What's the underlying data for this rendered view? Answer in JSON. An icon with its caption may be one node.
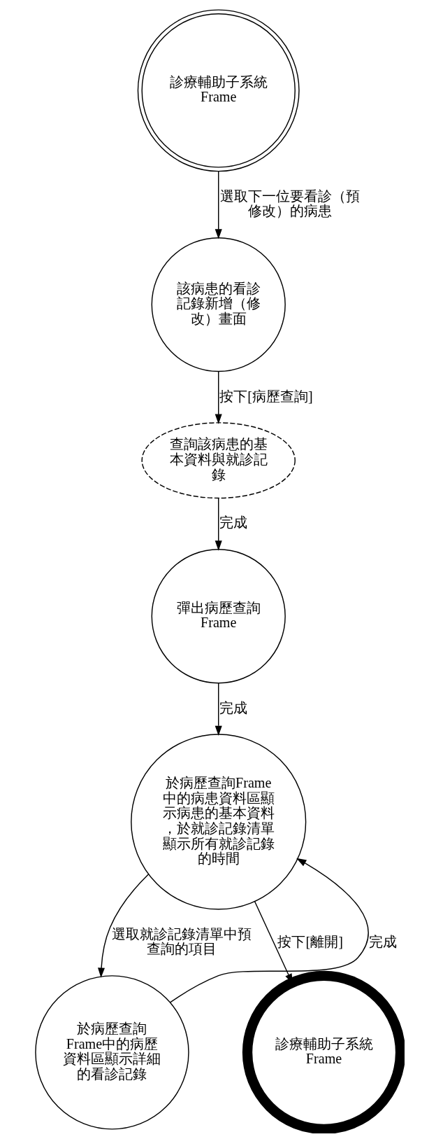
{
  "diagram": {
    "nodes": [
      {
        "text": [
          "診療輔助子系統Frame"
        ]
      },
      {
        "text": [
          "該病患的看診記錄新增（修改）畫面"
        ]
      },
      {
        "text": [
          "查詢該病患的基本資料與就診記錄"
        ]
      },
      {
        "text": [
          "彈出病歷查詢Frame"
        ]
      },
      {
        "text": [
          "於病歷查詢Frame中的病患資料區顯示病患的基本資料，於就診記錄清單顯示所有就診記錄的時間"
        ]
      },
      {
        "text": [
          "於病歷查詢Frame中的病歷資料區顯示詳細的看診記錄"
        ]
      },
      {
        "text": [
          "診療輔助子系統Frame"
        ]
      }
    ],
    "edges": [
      {
        "from": 0,
        "to": 1,
        "arrow": "to",
        "label": "選取下一位要看診（預修改）的病患"
      },
      {
        "from": 1,
        "to": 2,
        "arrow": "to",
        "label": "按下[病歷查詢]"
      },
      {
        "from": 2,
        "to": 3,
        "arrow": "to",
        "label": "完成"
      },
      {
        "from": 3,
        "to": 4,
        "arrow": "to",
        "label": "完成"
      },
      {
        "from": 4,
        "to": 5,
        "arrow": "to",
        "label": "選取就診記錄清單中預查詢的項目"
      },
      {
        "from": 5,
        "to": 4,
        "arrow": "to",
        "label": "完成"
      },
      {
        "from": 4,
        "to": 6,
        "arrow": "to",
        "label": "按下[離開]"
      }
    ]
  }
}
